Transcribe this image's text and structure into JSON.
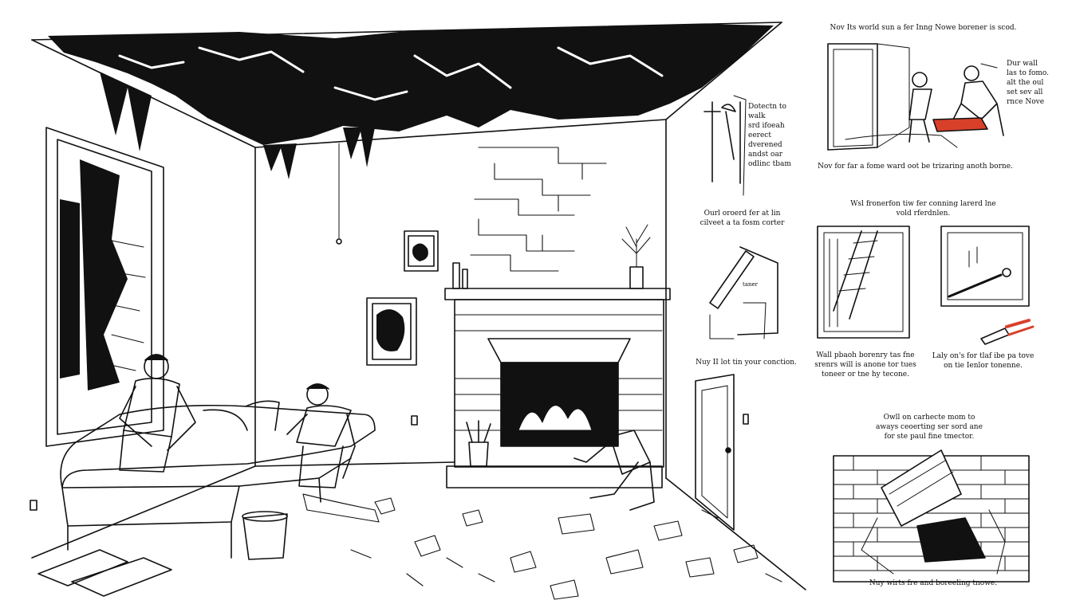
{
  "illustration": {
    "subject": "Room with damaged ceiling and walls, people working by a fireplace, with side panels showing repair steps",
    "accent_color": "#d8402a",
    "ink_color": "#111111",
    "paper_color": "#ffffff"
  },
  "captions": {
    "top_right_header": "Nov Its world sun a fer Inng Nowe borener is scod.",
    "top_right_side": "Dur wall\nlas to fomo.\nalt the oul\nset sev all\nrnce Nove",
    "top_right_below": "Nov for far a fome ward oot be trizaring anoth borne.",
    "left_tools": "Dotectn to\nwalk\nsrd ifoeah\neerect\ndverened\nandst oar\nodlinc tbam",
    "cut_note": "Ourl oroerd fer at lin\ncilveet a ta fosm corter",
    "cut_bottom": "Nuy II lot tin your conction.",
    "mid_header": "Wsl fronerfon tiw fer conning larerd lne\nvold rferdnlen.",
    "mid_left_below": "Wall pbaoh borenry tas fne\nsrenrs will is anone tor tues\ntoneer or tne hy tecone.",
    "mid_right_below": "Laly on's for tlaf ibe pa tove\non tie Ienlor tonenne.",
    "bottom_header": "Owll on carhecte mom to\naways ceoerting ser sord ane\nfor ste paul fine tmector.",
    "bottom_caption": "Nuy wirts fre and boreeling tnowe.",
    "small_label": "taner"
  }
}
